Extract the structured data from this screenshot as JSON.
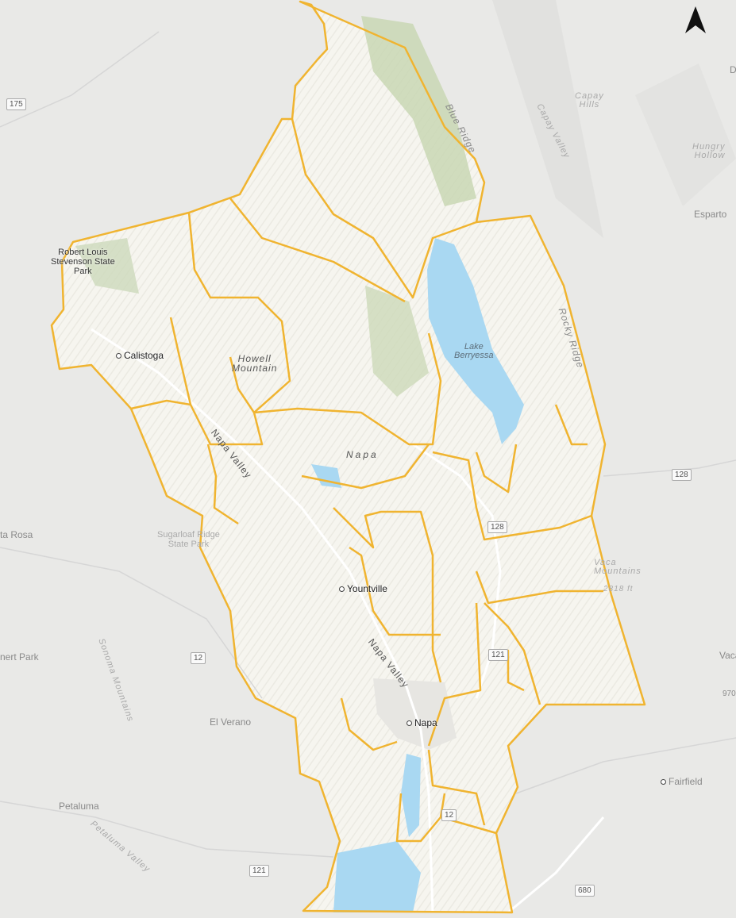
{
  "map": {
    "colors": {
      "background": "#e9e9e7",
      "county_fill": "#f6f5ef",
      "boundary": "#f0b430",
      "water": "#a9d8f2",
      "forest": "#c9d7b4"
    },
    "north_arrow_icon": "north-arrow-icon",
    "places": {
      "calistoga": "Calistoga",
      "yountville": "Yountville",
      "napa": "Napa",
      "esparto": "Esparto",
      "santa_rosa": "ta Rosa",
      "rohnert_park": "nert Park",
      "el_verano": "El Verano",
      "petaluma": "Petaluma",
      "fairfield": "Fairfield",
      "vaca": "Vaca",
      "d_edge": "D"
    },
    "regions": {
      "capay_hills": "Capay\nHills",
      "capay_valley": "Capay Valley",
      "hungry_hollow": "Hungry\nHollow",
      "sonoma_mountains": "Sonoma Mountains",
      "petaluma_valley": "Petaluma Valley"
    },
    "features": {
      "howell_mountain": "Howell\nMountain",
      "napa_region": "Napa",
      "napa_valley_north": "Napa Valley",
      "napa_valley_south": "Napa Valley",
      "blue_ridge": "Blue Ridge",
      "rocky_ridge": "Rocky Ridge",
      "vaca_mountains": "Vaca\nMountains",
      "vaca_elevation": "2818 ft"
    },
    "water": {
      "lake_berryessa": "Lake\nBerryessa"
    },
    "parks": {
      "rls_park": "Robert Louis\nStevenson State\nPark",
      "sugarloaf": "Sugarloaf Ridge\nState Park"
    },
    "roads": {
      "r175": "175",
      "r128_east": "128",
      "r128": "128",
      "r121_north": "121",
      "r12_west": "12",
      "r12_south": "12",
      "r121_south": "121",
      "r680": "680",
      "r970": "970"
    }
  }
}
